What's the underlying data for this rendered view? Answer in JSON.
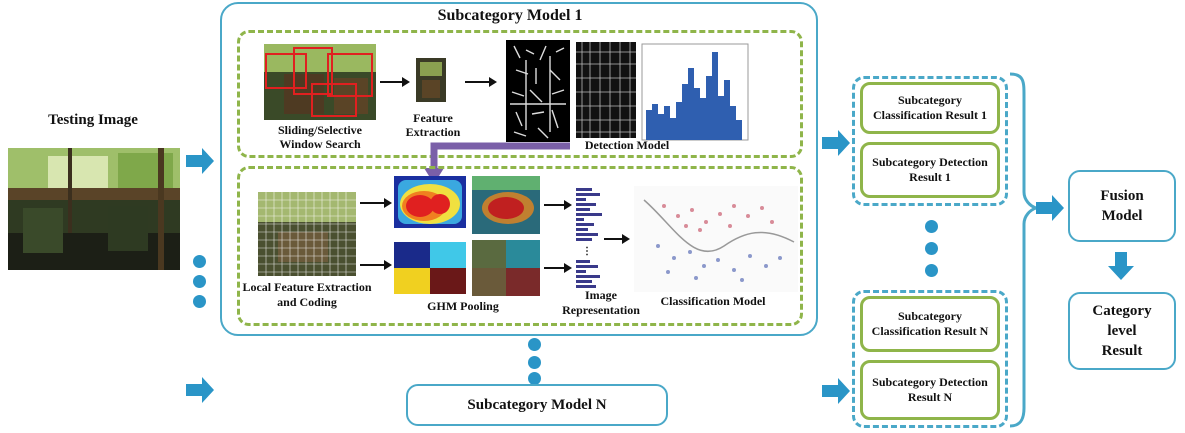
{
  "labels": {
    "testing_image": "Testing Image",
    "subcategory_model_1": "Subcategory Model 1",
    "subcategory_model_n": "Subcategory Model N",
    "sliding_window": "Sliding/Selective Window Search",
    "feature_extraction": "Feature Extraction",
    "detection_model": "Detection Model",
    "local_feature": "Local Feature Extraction and Coding",
    "ghm_pooling": "GHM Pooling",
    "image_representation": "Image Representation",
    "classification_model": "Classification Model",
    "sub_class_result_1": "Subcategory Classification Result 1",
    "sub_det_result_1": "Subcategory Detection Result 1",
    "sub_class_result_n": "Subcategory Classification Result N",
    "sub_det_result_n": "Subcategory Detection Result N",
    "fusion_model": "Fusion Model",
    "category_result": "Category level Result"
  },
  "colors": {
    "teal": "#4aa8c8",
    "green": "#8fb54a",
    "arrow_blue": "#2a95c7",
    "purple": "#7a5fa8",
    "histogram": "#2f5fb0"
  },
  "icons": [
    "photo-thumbnail",
    "hog-feature-map",
    "heatmap",
    "histogram",
    "scatter-plot"
  ]
}
